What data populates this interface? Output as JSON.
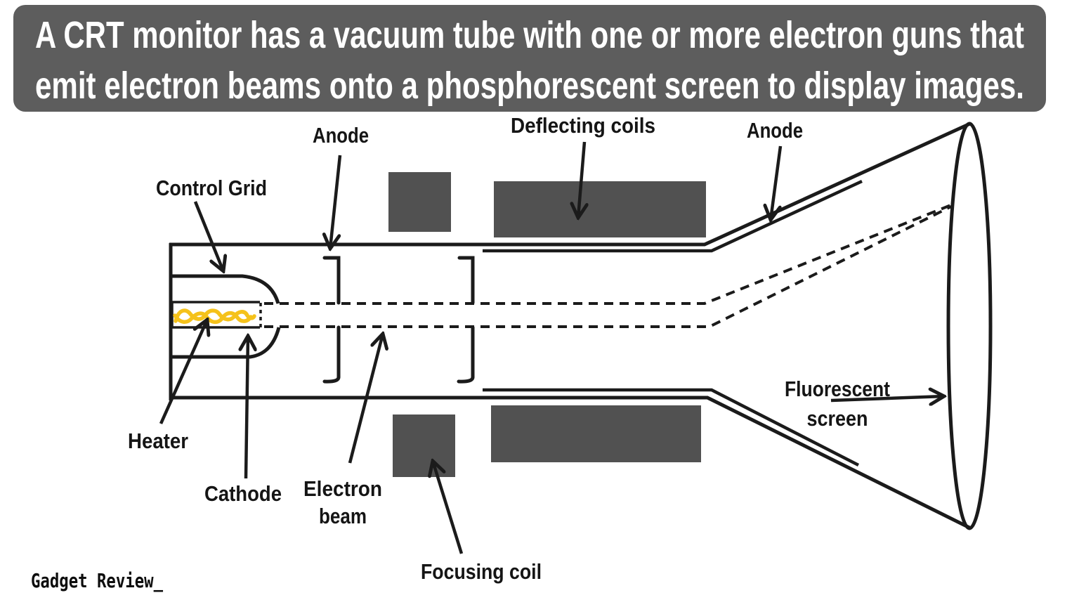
{
  "banner": {
    "line1": "A CRT monitor has a vacuum tube with one or more electron guns that",
    "line2": "emit electron beams onto a phosphorescent screen to display images.",
    "bg_color": "#5d5d5d",
    "text_color": "#ffffff"
  },
  "labels": {
    "control_grid": "Control Grid",
    "anode_left": "Anode",
    "deflecting_coils": "Deflecting coils",
    "anode_right": "Anode",
    "heater": "Heater",
    "cathode": "Cathode",
    "electron_beam_1": "Electron",
    "electron_beam_2": "beam",
    "focusing_coil": "Focusing coil",
    "fluorescent_1": "Fluorescent",
    "fluorescent_2": "screen"
  },
  "watermark": "Gadget Review_",
  "colors": {
    "diagram_line": "#1b1b1b",
    "coil_fill": "#515151",
    "heater_filament": "#f5c21b",
    "label_text": "#151515"
  }
}
